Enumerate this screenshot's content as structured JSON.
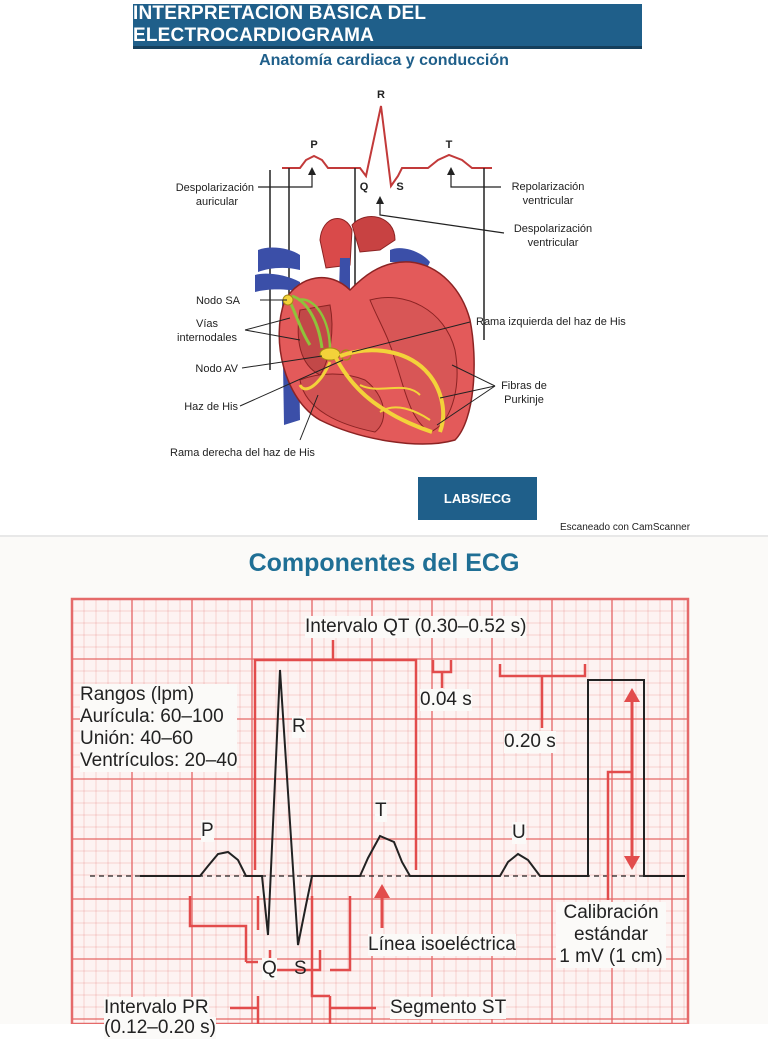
{
  "top": {
    "banner_title": "INTERPRETACIÓN BÁSICA DEL ELECTROCARDIOGRAMA",
    "subtitle": "Anatomía cardiaca y conducción",
    "wave_labels": {
      "p": "P",
      "q": "Q",
      "r": "R",
      "s": "S",
      "t": "T"
    },
    "labels": {
      "depol_auricular_1": "Despolarización",
      "depol_auricular_2": "auricular",
      "repol_ventricular_1": "Repolarización",
      "repol_ventricular_2": "ventricular",
      "depol_ventricular_1": "Despolarización",
      "depol_ventricular_2": "ventricular",
      "nodo_sa": "Nodo SA",
      "vias_1": "Vías",
      "vias_2": "internodales",
      "nodo_av": "Nodo AV",
      "haz_his": "Haz de His",
      "rama_derecha": "Rama derecha del haz de His",
      "rama_izquierda": "Rama izquierda del haz de His",
      "fibras_1": "Fibras de",
      "fibras_2": "Purkinje"
    },
    "labs_button": "LABS/ECG",
    "scanner_note": "Escaneado con CamScanner"
  },
  "bottom": {
    "title": "Componentes del ECG",
    "qt": "Intervalo QT (0.30–0.52 s)",
    "rangos_1": "Rangos (lpm)",
    "rangos_2": "Aurícula: 60–100",
    "rangos_3": "Unión: 40–60",
    "rangos_4": "Ventrículos: 20–40",
    "r": "R",
    "p": "P",
    "t": "T",
    "u": "U",
    "q": "Q",
    "s": "S",
    "small_box": "0.04 s",
    "big_box": "0.20 s",
    "isoelectric": "Línea isoeléctrica",
    "calib_1": "Calibración",
    "calib_2": "estándar",
    "calib_3": "1 mV (1 cm)",
    "pr": "Intervalo PR",
    "pr_range": "(0.12–0.20 s)",
    "st": "Segmento ST"
  },
  "colors": {
    "banner": "#1f5f8a",
    "title_blue": "#1f6f95",
    "grid_red": "#e56a6a",
    "heart_red": "#d94a4a",
    "vessel_blue": "#3b4fa8",
    "conduction_yellow": "#f3d23a"
  }
}
